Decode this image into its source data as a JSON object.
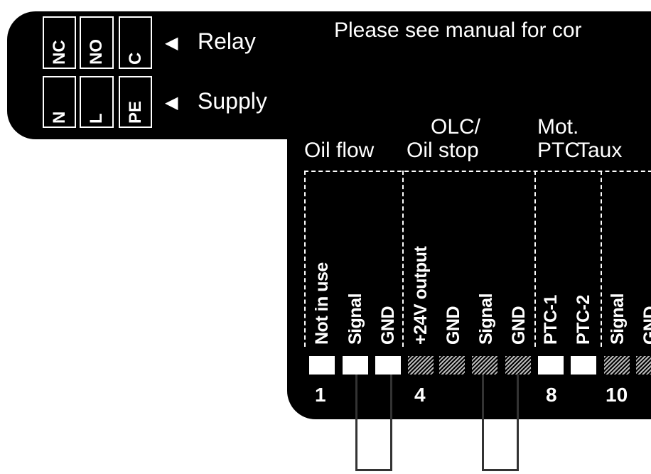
{
  "notice": "Please see manual for cor",
  "relay": {
    "label": "Relay",
    "terminals": [
      "NC",
      "NO",
      "C"
    ]
  },
  "supply": {
    "label": "Supply",
    "terminals": [
      "N",
      "L",
      "PE"
    ]
  },
  "arrow": "◀",
  "groups": {
    "oil_flow": "Oil flow",
    "olc_line1": "OLC/",
    "olc_line2": "Oil stop",
    "mot_line1": "Mot.",
    "mot_line2": "PTC",
    "taux": "Taux"
  },
  "terminals": [
    {
      "label": "Not in use",
      "type": "plain"
    },
    {
      "label": "Signal",
      "type": "plain"
    },
    {
      "label": "GND",
      "type": "plain"
    },
    {
      "label": "+24V output",
      "type": "hatched"
    },
    {
      "label": "GND",
      "type": "hatched"
    },
    {
      "label": "Signal",
      "type": "hatched"
    },
    {
      "label": "GND",
      "type": "hatched"
    },
    {
      "label": "PTC-1",
      "type": "plain"
    },
    {
      "label": "PTC-2",
      "type": "plain"
    },
    {
      "label": "Signal",
      "type": "hatched"
    },
    {
      "label": "GND",
      "type": "hatched"
    }
  ],
  "numbers": [
    "1",
    "4",
    "8",
    "10"
  ]
}
